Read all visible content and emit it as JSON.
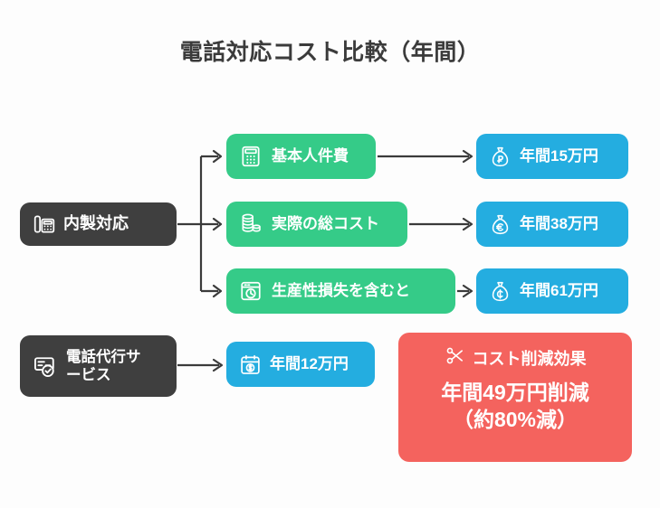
{
  "title": "電話対応コスト比較（年間）",
  "colors": {
    "background": "#fdfdfd",
    "dark": "#3f3f3f",
    "green": "#35cb88",
    "blue": "#24ade0",
    "red": "#f4635e",
    "text_dark": "#3b3b3b",
    "text_light": "#ffffff"
  },
  "sources": [
    {
      "id": "inhouse",
      "label": "内製対応",
      "icon": "desk-phone-icon"
    },
    {
      "id": "service",
      "label": "電話代行サ\nービス",
      "icon": "card-check-icon"
    }
  ],
  "breakdown": [
    {
      "id": "g1",
      "label": "基本人件費",
      "icon": "calculator-icon"
    },
    {
      "id": "g2",
      "label": "実際の総コスト",
      "icon": "coin-stack-icon"
    },
    {
      "id": "g3",
      "label": "生産性損失を含むと",
      "icon": "browser-clock-icon"
    }
  ],
  "amounts": [
    {
      "id": "b1",
      "label": "年間15万円",
      "icon": "money-bag-ruble-icon"
    },
    {
      "id": "b2",
      "label": "年間38万円",
      "icon": "money-bag-euro-icon"
    },
    {
      "id": "b3",
      "label": "年間61万円",
      "icon": "money-bag-cent-icon"
    },
    {
      "id": "b4",
      "label": "年間12万円",
      "icon": "calendar-dollar-icon"
    }
  ],
  "summary": {
    "heading": "コスト削減効果",
    "icon": "scissors-icon",
    "value": "年間49万円削減\n（約80%減）"
  },
  "chart_data": {
    "type": "diagram",
    "title": "電話対応コスト比較（年間）",
    "unit": "万円/年",
    "categories": [
      "基本人件費",
      "実際の総コスト",
      "生産性損失を含むと",
      "電話代行サービス"
    ],
    "values": [
      15,
      38,
      61,
      12
    ],
    "groups": [
      {
        "name": "内製対応",
        "items": [
          {
            "label": "基本人件費",
            "amount": "年間15万円",
            "value": 15
          },
          {
            "label": "実際の総コスト",
            "amount": "年間38万円",
            "value": 38
          },
          {
            "label": "生産性損失を含むと",
            "amount": "年間61万円",
            "value": 61
          }
        ]
      },
      {
        "name": "電話代行サービス",
        "items": [
          {
            "label": "電話代行サービス",
            "amount": "年間12万円",
            "value": 12
          }
        ]
      }
    ],
    "annotations": [
      {
        "label": "コスト削減効果",
        "value": "年間49万円削減（約80%減）",
        "saving": 49,
        "saving_percent": 80
      }
    ]
  }
}
